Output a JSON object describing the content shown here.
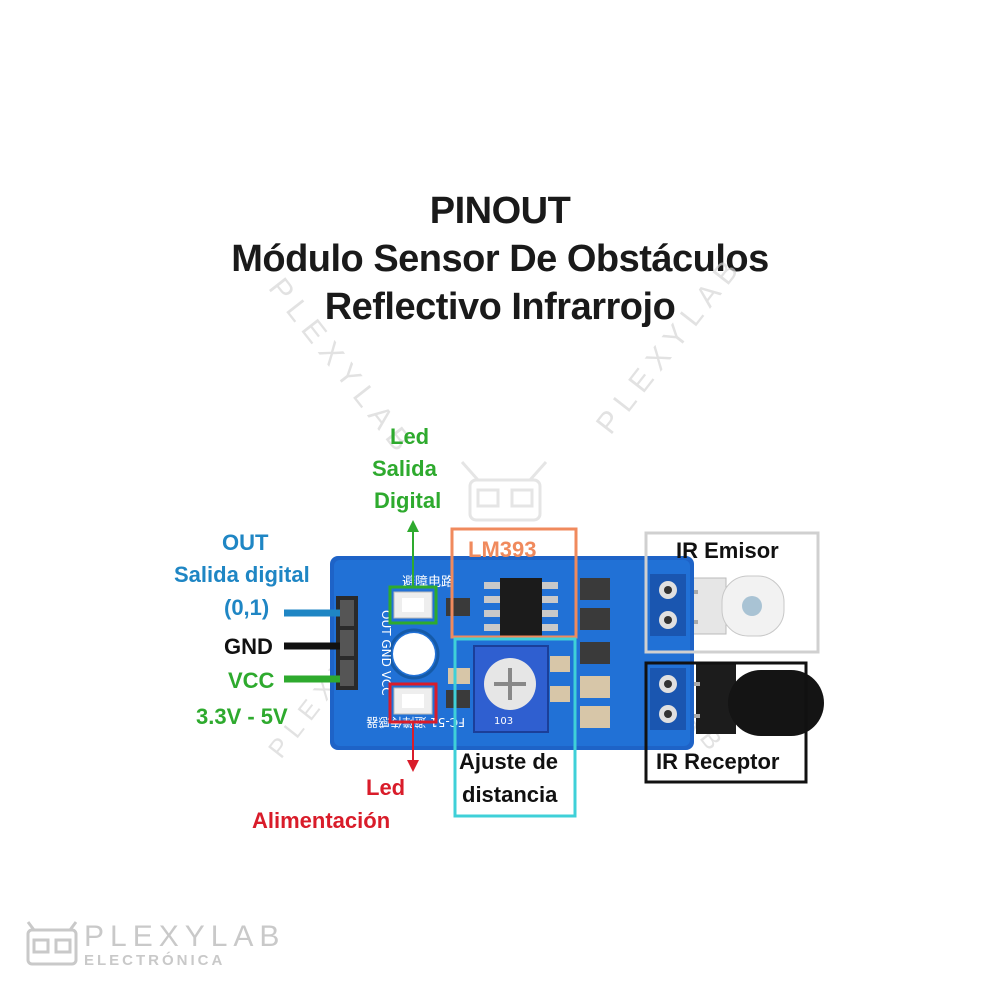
{
  "title": {
    "line1": "PINOUT",
    "line2": "Módulo Sensor De Obstáculos",
    "line3": "Reflectivo Infrarrojo"
  },
  "labels": {
    "led_digital": [
      "Led",
      "Salida",
      "Digital"
    ],
    "out": [
      "OUT",
      "Salida digital",
      "(0,1)"
    ],
    "gnd": "GND",
    "vcc": [
      "VCC",
      "3.3V - 5V"
    ],
    "led_power": [
      "Led",
      "Alimentación"
    ],
    "lm393": "LM393",
    "distance": [
      "Ajuste de",
      "distancia"
    ],
    "ir_emitter": "IR Emisor",
    "ir_receiver": "IR Receptor"
  },
  "board": {
    "pin_labels": "OUT GND VCC",
    "silkscreen_top": "避障电路",
    "silkscreen_bottom": "FC-51 避障传感器",
    "pot_code": "103"
  },
  "watermark": {
    "text": "PLEXYLAB",
    "brand": "PLEXYLAB",
    "sub": "ELECTRÓNICA"
  },
  "colors": {
    "title": "#1a1a1a",
    "green_label": "#2eaa2e",
    "blue_label": "#1f86c4",
    "red_label": "#d91c2a",
    "lm393": "#f08a5d",
    "cyan_box": "#3fd0d8",
    "board": "#1565c0"
  }
}
